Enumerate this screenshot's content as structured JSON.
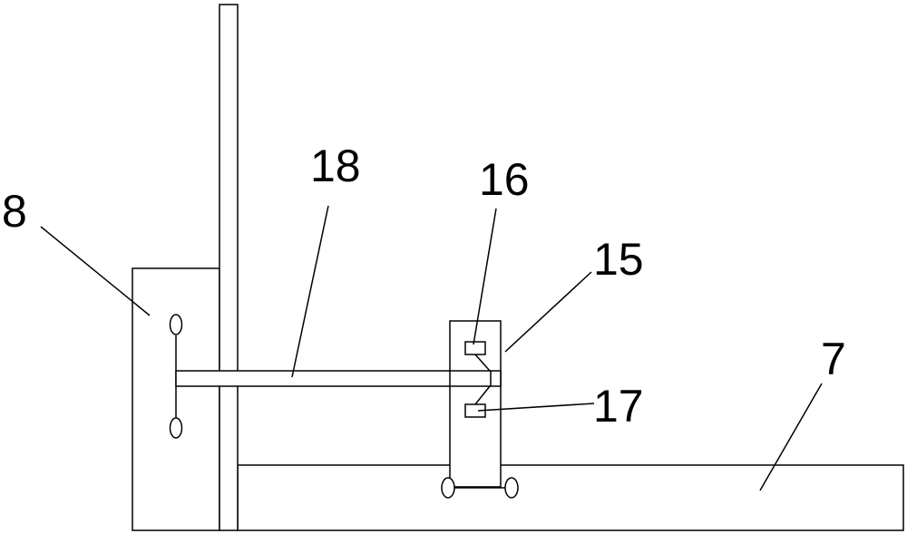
{
  "labels": {
    "part_8": "8",
    "part_18": "18",
    "part_16": "16",
    "part_15": "15",
    "part_17": "17",
    "part_7": "7"
  },
  "colors": {
    "stroke": "#000000",
    "background": "#ffffff"
  }
}
